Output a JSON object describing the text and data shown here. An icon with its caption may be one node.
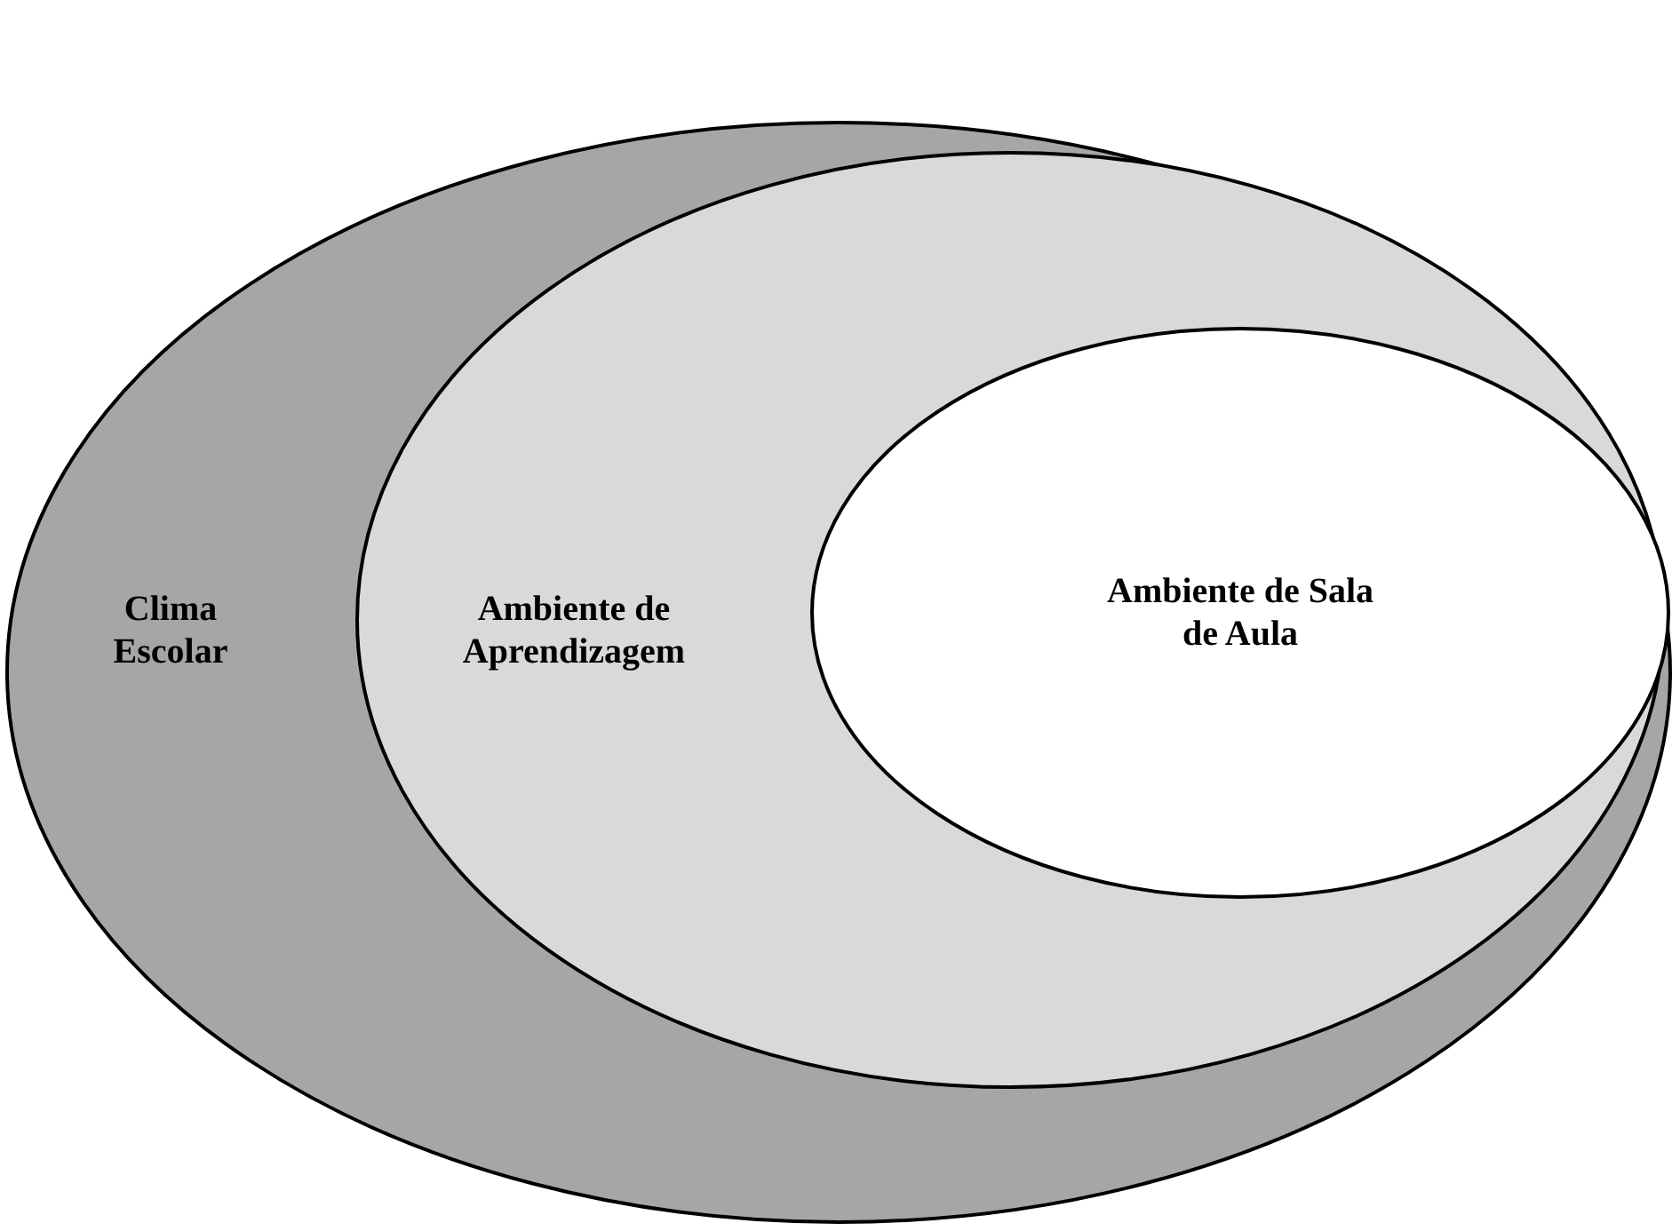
{
  "diagram": {
    "nodes": [
      {
        "text": [
          "Clima Escolar"
        ]
      },
      {
        "text": [
          "Ambiente de Aprendizagem"
        ],
        "in": 0
      },
      {
        "text": [
          "Ambiente de Sala de Aula"
        ],
        "in": 1
      }
    ]
  }
}
